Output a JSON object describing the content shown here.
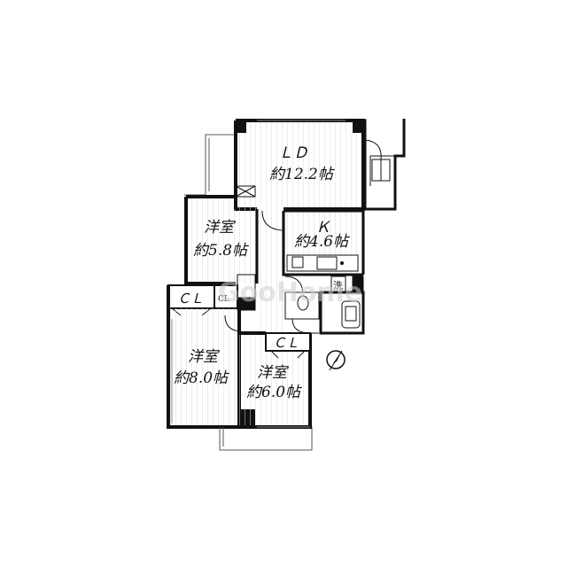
{
  "rooms": {
    "ld": {
      "name": "ＬＤ",
      "size": "約12.2帖"
    },
    "kitchen": {
      "name": "Ｋ",
      "size": "約4.6帖"
    },
    "western1": {
      "name": "洋室",
      "size": "約5.8帖"
    },
    "western2": {
      "name": "洋室",
      "size": "約8.0帖"
    },
    "western3": {
      "name": "洋室",
      "size": "約6.0帖"
    }
  },
  "closets": {
    "cl1": "ＣＬ",
    "cl2": "CL",
    "cl3": "ＣＬ"
  },
  "wash_label": "洗",
  "watermark": "GooHome",
  "compass": {
    "icon": "north-compass-icon"
  }
}
